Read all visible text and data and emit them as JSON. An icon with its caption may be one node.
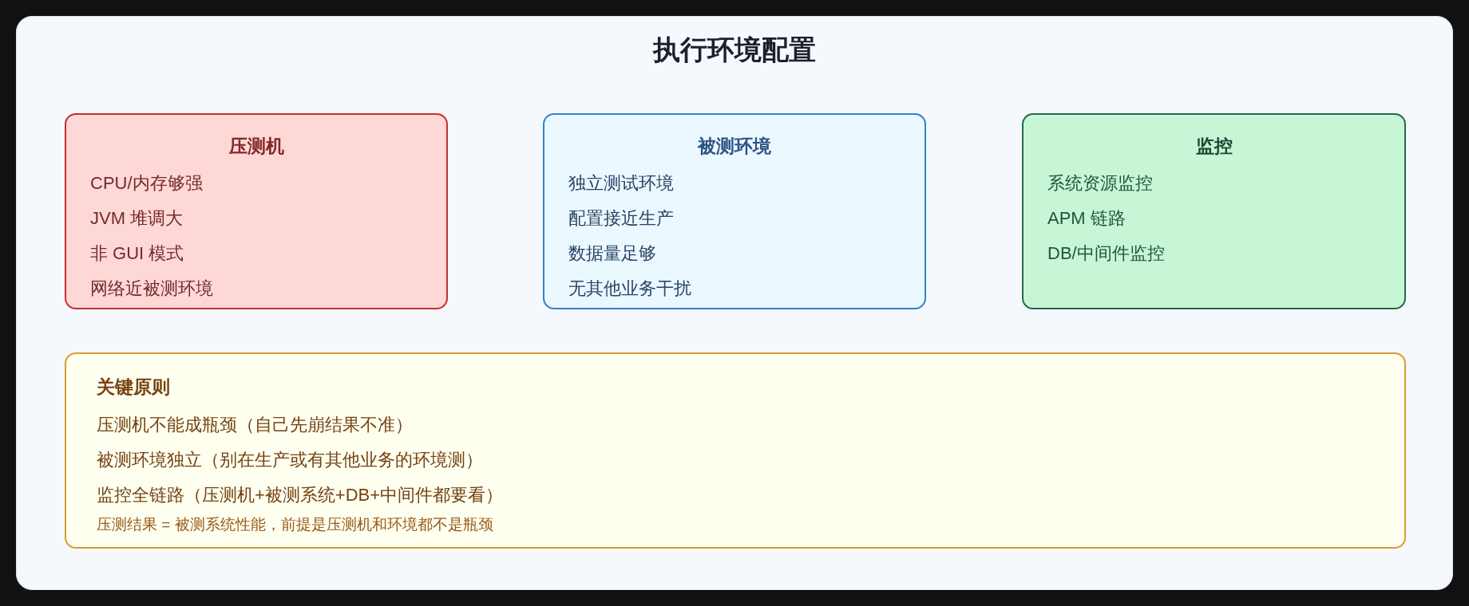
{
  "diagram": {
    "title": "执行环境配置",
    "nodes": [
      {
        "text": [
          "压测机",
          "CPU/内存够强",
          "JVM 堆调大",
          "非 GUI 模式",
          "网络近被测环境"
        ]
      },
      {
        "text": [
          "被测环境",
          "独立测试环境",
          "配置接近生产",
          "数据量足够",
          "无其他业务干扰"
        ]
      },
      {
        "text": [
          "监控",
          "系统资源监控",
          "APM 链路",
          "DB/中间件监控"
        ]
      },
      {
        "text": [
          "关键原则",
          "压测机不能成瓶颈（自己先崩结果不准）",
          "被测环境独立（别在生产或有其他业务的环境测）",
          "监控全链路（压测机+被测系统+DB+中间件都要看）",
          "压测结果 = 被测系统性能，前提是压测机和环境都不是瓶颈"
        ]
      }
    ]
  }
}
